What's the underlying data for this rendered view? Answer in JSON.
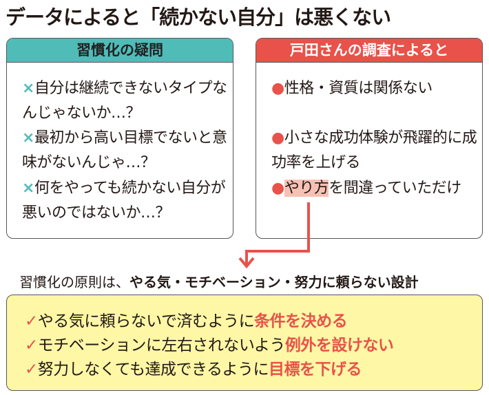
{
  "title": "データによると「続かない自分」は悪くない",
  "left": {
    "header": "習慣化の疑問",
    "items": [
      {
        "icon": "×",
        "text": "自分は継続できないタイプなんじゃないか…？"
      },
      {
        "icon": "×",
        "text": "最初から高い目標でないと意味がないんじゃ…？"
      },
      {
        "icon": "×",
        "text": "何をやっても続かない自分が悪いのではないか…？"
      }
    ]
  },
  "right": {
    "header": "戸田さんの調査によると",
    "items": [
      {
        "icon": "●",
        "text": "性格・資質は関係ない"
      },
      {
        "icon": "●",
        "text": "小さな成功体験が飛躍的に成功率を上げる"
      },
      {
        "icon": "●",
        "highlight": "やり方",
        "text": "を間違っていただけ"
      }
    ]
  },
  "principle": {
    "prefix": "習慣化の原則は、",
    "bold": "やる気・モチベーション・努力に頼らない設計"
  },
  "rules": [
    {
      "icon": "✓",
      "text": "やる気に頼らないで済むように",
      "emphasis": "条件を決める"
    },
    {
      "icon": "✓",
      "text": "モチベーションに左右されないよう",
      "emphasis": "例外を設けない"
    },
    {
      "icon": "✓",
      "text": "努力しなくても達成できるように",
      "emphasis": "目標を下げる"
    }
  ],
  "colors": {
    "teal": "#4fbcb8",
    "red": "#e8524a",
    "yellow": "#fdf7a6",
    "highlight": "#f6c1b4"
  }
}
